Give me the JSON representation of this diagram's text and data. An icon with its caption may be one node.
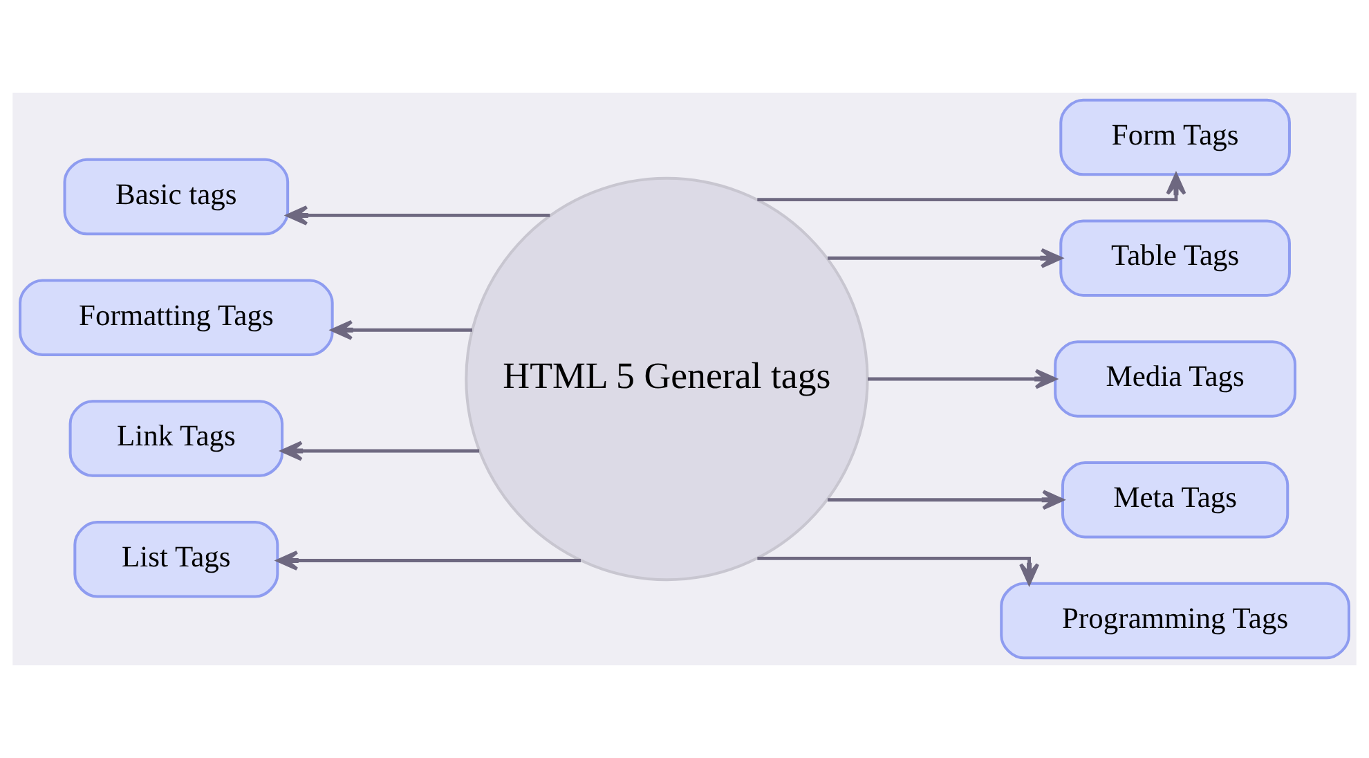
{
  "diagram": {
    "nodes": [
      {
        "text": [
          "HTML 5 General tags"
        ]
      },
      {
        "text": [
          "Basic tags"
        ]
      },
      {
        "text": [
          "Formatting Tags"
        ]
      },
      {
        "text": [
          "Link Tags"
        ]
      },
      {
        "text": [
          "List Tags"
        ]
      },
      {
        "text": [
          "Form Tags"
        ]
      },
      {
        "text": [
          "Table Tags"
        ]
      },
      {
        "text": [
          "Media Tags"
        ]
      },
      {
        "text": [
          "Meta Tags"
        ]
      },
      {
        "text": [
          "Programming Tags"
        ]
      }
    ],
    "edges": [
      {
        "from": 0,
        "to": 1,
        "arrow": "to"
      },
      {
        "from": 0,
        "to": 2,
        "arrow": "to"
      },
      {
        "from": 0,
        "to": 3,
        "arrow": "to"
      },
      {
        "from": 0,
        "to": 4,
        "arrow": "to"
      },
      {
        "from": 0,
        "to": 5,
        "arrow": "to"
      },
      {
        "from": 0,
        "to": 6,
        "arrow": "to"
      },
      {
        "from": 0,
        "to": 7,
        "arrow": "to"
      },
      {
        "from": 0,
        "to": 8,
        "arrow": "to"
      },
      {
        "from": 0,
        "to": 9,
        "arrow": "to"
      }
    ]
  }
}
